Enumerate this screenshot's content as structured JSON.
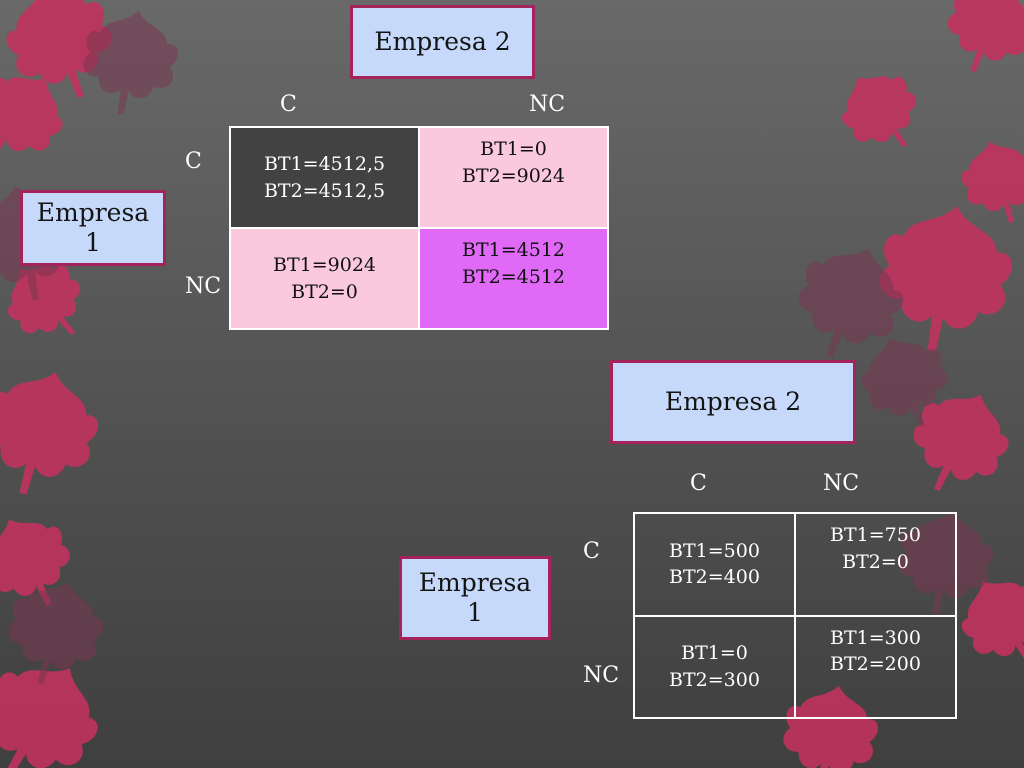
{
  "colors": {
    "box_fill": "#c6d9fa",
    "box_border": "#a4235a",
    "cell_dark": "#424242",
    "cell_pink": "#fbc9de",
    "cell_violet": "#e06af7",
    "leaf": "#c2335f"
  },
  "decor_icon": "maple-leaf-icon",
  "game1": {
    "player2": "Empresa 2",
    "player1": "Empresa 1",
    "col_c": "C",
    "col_nc": "NC",
    "row_c": "C",
    "row_nc": "NC",
    "cc": {
      "bt1": "BT1=4512,5",
      "bt2": "BT2=4512,5"
    },
    "cnc": {
      "bt1": "BT1=0",
      "bt2": "BT2=9024"
    },
    "ncc": {
      "bt1": "BT1=9024",
      "bt2": "BT2=0"
    },
    "ncnc": {
      "bt1": "BT1=4512",
      "bt2": "BT2=4512"
    }
  },
  "game2": {
    "player2": "Empresa 2",
    "player1": "Empresa 1",
    "col_c": "C",
    "col_nc": "NC",
    "row_c": "C",
    "row_nc": "NC",
    "cc": {
      "bt1": "BT1=500",
      "bt2": "BT2=400"
    },
    "cnc": {
      "bt1": "BT1=750",
      "bt2": "BT2=0"
    },
    "ncc": {
      "bt1": "BT1=0",
      "bt2": "BT2=300"
    },
    "ncnc": {
      "bt1": "BT1=300",
      "bt2": "BT2=200"
    }
  }
}
